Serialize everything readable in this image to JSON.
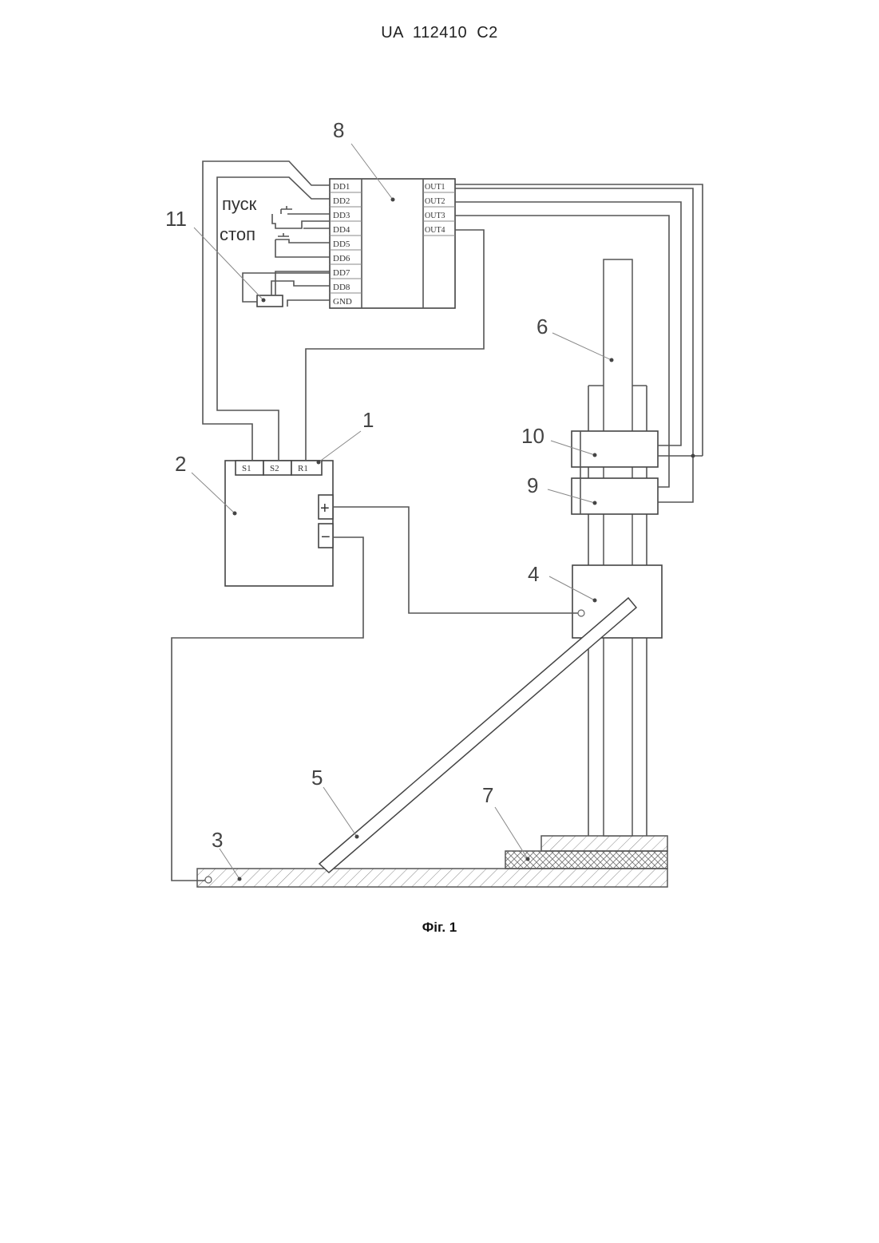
{
  "header": {
    "doc_id": "UA   112410   C2"
  },
  "caption": "Фіг. 1",
  "labels": {
    "n1": "1",
    "n2": "2",
    "n3": "3",
    "n4": "4",
    "n5": "5",
    "n6": "6",
    "n7": "7",
    "n8": "8",
    "n9": "9",
    "n10": "10",
    "n11": "11"
  },
  "controller_pins": {
    "inputs": [
      "DD1",
      "DD2",
      "DD3",
      "DD4",
      "DD5",
      "DD6",
      "DD7",
      "DD8",
      "GND"
    ],
    "outputs": [
      "OUT1",
      "OUT2",
      "OUT3",
      "OUT4"
    ]
  },
  "unit2_pins": [
    "S1",
    "S2",
    "R1"
  ],
  "terminals": {
    "plus": "+",
    "minus": "−"
  },
  "buttons": {
    "start": "пуск",
    "stop": "стоп"
  }
}
